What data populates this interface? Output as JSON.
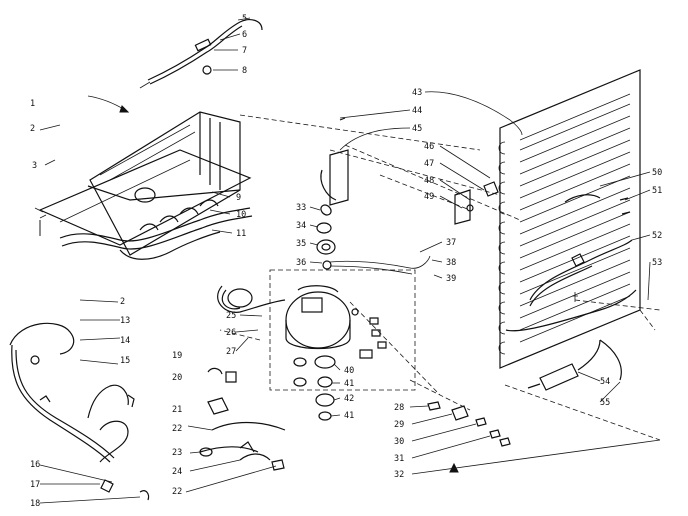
{
  "labels": {
    "l5": "5",
    "l6": "6",
    "l7": "7",
    "l8": "8",
    "l1": "1",
    "l2": "2",
    "l3": "3",
    "l9": "9",
    "l10": "10",
    "l11": "11",
    "l2b": "2",
    "l13": "13",
    "l14": "14",
    "l15": "15",
    "l16": "16",
    "l17": "17",
    "l18": "18",
    "l19": "19",
    "l20": "20",
    "l21": "21",
    "l22": "22",
    "l23": "23",
    "l24": "24",
    "l22b": "22",
    "l25": "25",
    "l26": "26",
    "l27": "27",
    "l33": "33",
    "l34": "34",
    "l35": "35",
    "l36": "36",
    "l37": "37",
    "l38": "38",
    "l39": "39",
    "l40": "40",
    "l41": "41",
    "l42": "42",
    "l41b": "41",
    "l28": "28",
    "l29": "29",
    "l30": "30",
    "l31": "31",
    "l32": "32",
    "l43": "43",
    "l44": "44",
    "l45": "45",
    "l46": "46",
    "l47": "47",
    "l48": "48",
    "l49": "49",
    "l50": "50",
    "l51": "51",
    "l52": "52",
    "l53": "53",
    "l54": "54",
    "l55": "55"
  }
}
